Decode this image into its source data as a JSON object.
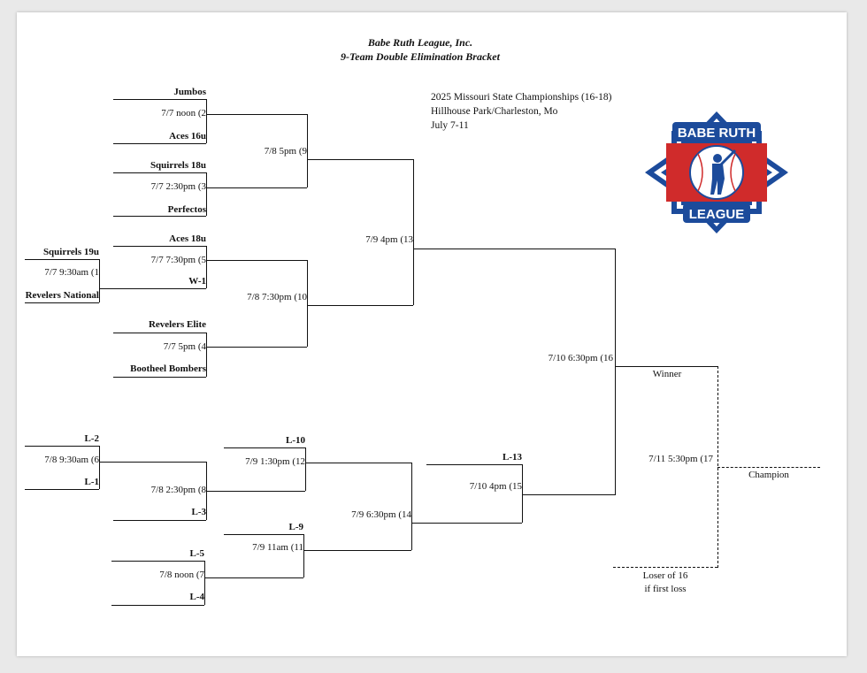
{
  "header": {
    "title": "Babe Ruth League, Inc.",
    "subtitle": "9-Team Double Elimination Bracket"
  },
  "event": {
    "name": "2025 Missouri State Championships (16-18)",
    "location": "Hillhouse Park/Charleston, Mo",
    "dates": "July 7-11"
  },
  "logo": {
    "line1": "BABE RUTH",
    "line2": "LEAGUE",
    "colors": {
      "blue": "#1c4b9b",
      "red": "#d02b2b",
      "white": "#ffffff"
    }
  },
  "teams": {
    "jumbos": "Jumbos",
    "aces16": "Aces 16u",
    "squirrels18": "Squirrels 18u",
    "perfectos": "Perfectos",
    "aces18": "Aces 18u",
    "w1": "W-1",
    "squirrels19": "Squirrels 19u",
    "revelers_national": "Revelers National",
    "revelers_elite": "Revelers Elite",
    "bootheel": "Bootheel Bombers"
  },
  "games": {
    "g1": "7/7 9:30am (1",
    "g2": "7/7 noon (2",
    "g3": "7/7 2:30pm (3",
    "g4": "7/7 5pm  (4",
    "g5": "7/7 7:30pm  (5",
    "g6": "7/8 9:30am  (6",
    "g7": "7/8 noon (7",
    "g8": "7/8 2:30pm   (8",
    "g9": "7/8 5pm (9",
    "g10": "7/8 7:30pm (10",
    "g11": "7/9 11am (11",
    "g12": "7/9 1:30pm (12",
    "g13": "7/9 4pm (13",
    "g14": "7/9 6:30pm  (14",
    "g15": "7/10 4pm (15",
    "g16": "7/10 6:30pm (16",
    "g17": "7/11 5:30pm (17"
  },
  "losers": {
    "l1": "L-1",
    "l2": "L-2",
    "l3": "L-3",
    "l4": "L-4",
    "l5": "L-5",
    "l9": "L-9",
    "l10": "L-10",
    "l13": "L-13"
  },
  "finals": {
    "winner": "Winner",
    "champion": "Champion",
    "loser16_line1": "Loser of 16",
    "loser16_line2": "if first loss"
  }
}
